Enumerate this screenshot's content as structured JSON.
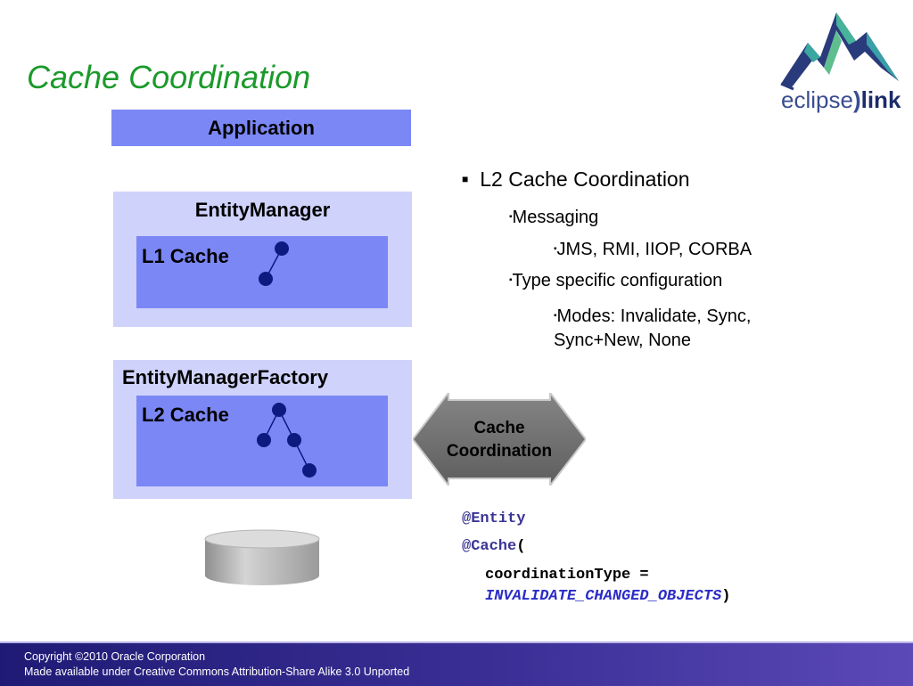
{
  "title": "Cache Coordination",
  "logo": {
    "text_main": "eclipse",
    "text_paren": ")",
    "text_link": "link"
  },
  "diagram": {
    "application": "Application",
    "entity_manager": "EntityManager",
    "l1_cache": "L1 Cache",
    "entity_manager_factory": "EntityManagerFactory",
    "l2_cache": "L2 Cache",
    "arrow_label_1": "Cache",
    "arrow_label_2": "Coordination"
  },
  "bullets": {
    "b1": "L2 Cache Coordination",
    "b2": "Messaging",
    "b3": "JMS, RMI, IIOP, CORBA",
    "b4": "Type specific configuration",
    "b5_line1": "Modes: Invalidate, Sync,",
    "b5_line2": "Sync+New, None",
    "marker": "■",
    "sub_marker": "▪"
  },
  "code": {
    "line1": "@Entity",
    "line2_kw": "@Cache",
    "line2_rest": "(",
    "line3": "coordinationType =",
    "line4_const": "INVALIDATE_CHANGED_OBJECTS",
    "line4_rest": ")"
  },
  "footer": {
    "line1": "Copyright ©2010 Oracle Corporation",
    "line2": "Made available under Creative Commons Attribution-Share Alike 3.0 Unported"
  },
  "colors": {
    "title": "#1a9a2a",
    "box_dark": "#7b87f5",
    "box_light": "#cfd2fb",
    "arrow": "#707070",
    "node": "#0d1a80",
    "footer": "#2b2480"
  }
}
